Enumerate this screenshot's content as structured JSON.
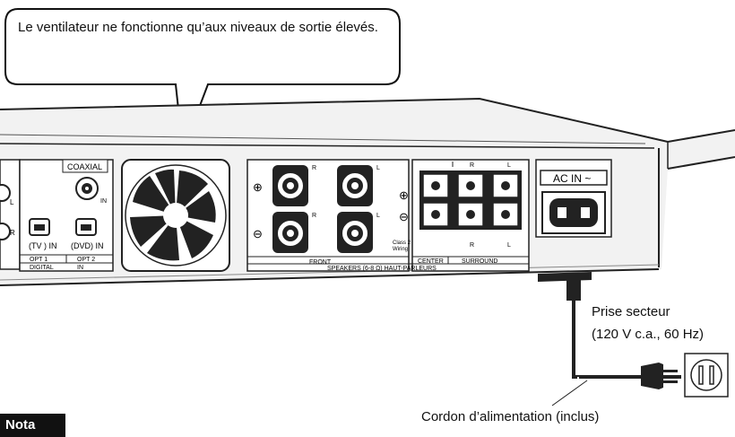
{
  "callout": {
    "text": "Le ventilateur ne fonctionne qu’aux niveaux de sortie élevés."
  },
  "panel_labels": {
    "coaxial": "COAXIAL",
    "coax_in": "IN",
    "left_l": "L",
    "left_r": "R",
    "tv_in": "(TV ) IN",
    "dvd_in": "(DVD) IN",
    "opt1": "OPT 1",
    "opt2": "OPT 2",
    "digital": "DIGITAL",
    "digital_in": "IN",
    "front": "FRONT",
    "speakers": "SPEAKERS (6-8 Ω) HAUT-PARLEURS",
    "center": "CENTER",
    "surround": "SURROUND",
    "class2": "Class 2",
    "wiring": "Wiring",
    "plus": "⊕",
    "minus": "⊖",
    "r": "R",
    "l": "L",
    "ac_in": "AC IN ~"
  },
  "labels": {
    "plug_line1": "Prise secteur",
    "plug_line2": "(120 V c.a., 60 Hz)",
    "cord": "Cordon d’alimentation (inclus)",
    "nota": "Nota"
  },
  "icons": [
    "fan-icon",
    "ac-socket-icon",
    "plug-icon",
    "wall-outlet-icon"
  ]
}
